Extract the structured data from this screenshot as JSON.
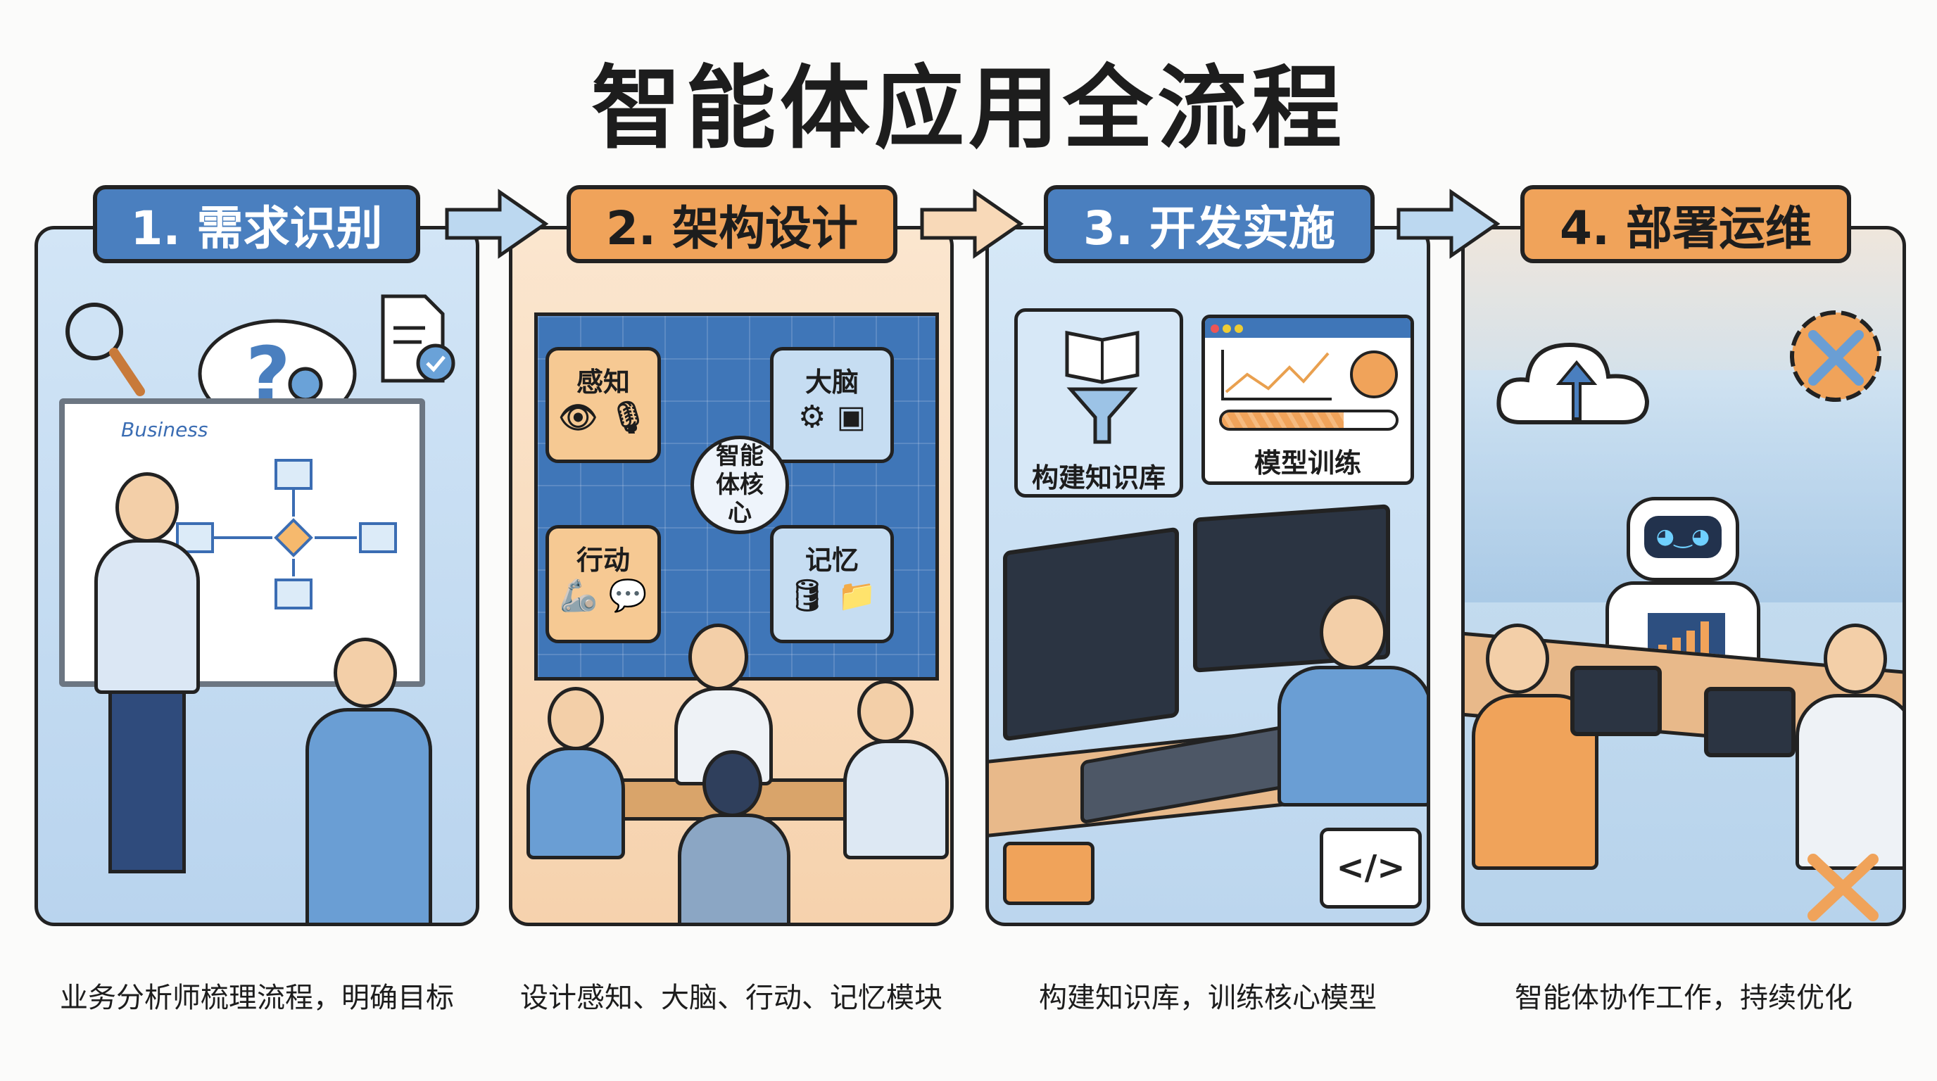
{
  "title": "智能体应用全流程",
  "stages": [
    {
      "label": "1. 需求识别",
      "caption": "业务分析师梳理流程，明确目标",
      "whiteboard_text": "Business"
    },
    {
      "label": "2. 架构设计",
      "caption": "设计感知、大脑、行动、记忆模块",
      "modules": [
        "感知",
        "大脑",
        "行动",
        "记忆"
      ],
      "core": "智能体核心"
    },
    {
      "label": "3. 开发实施",
      "caption": "构建知识库，训练核心模型",
      "callouts": [
        "构建知识库",
        "模型训练"
      ],
      "training_progress": 0.7
    },
    {
      "label": "4. 部署运维",
      "caption": "智能体协作工作，持续优化"
    }
  ],
  "colors": {
    "blue": "#4a7fbf",
    "orange": "#f0a35a"
  }
}
